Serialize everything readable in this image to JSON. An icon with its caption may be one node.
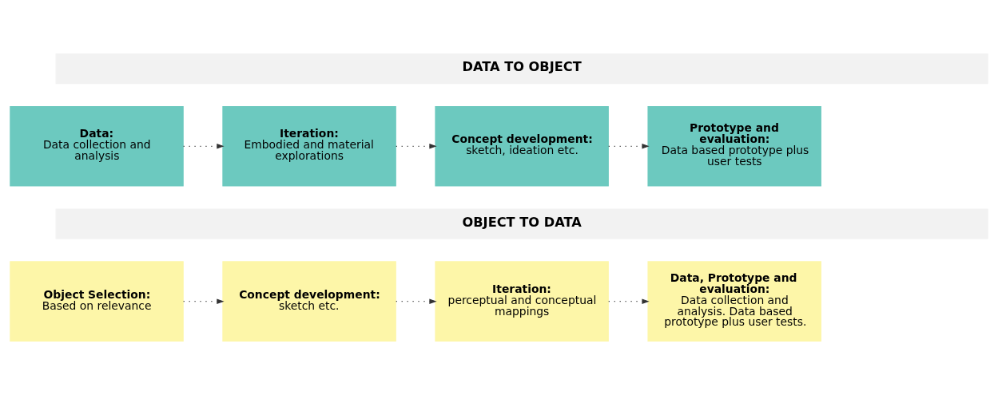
{
  "diagram": {
    "nodes": [
      {
        "text": [
          "DATA TO OBJECT"
        ]
      },
      {
        "text": [
          "Data:",
          "Data collection and analysis"
        ]
      },
      {
        "text": [
          "Iteration:",
          "Embodied and material explorations"
        ]
      },
      {
        "text": [
          "Concept development:",
          "sketch, ideation etc."
        ]
      },
      {
        "text": [
          "Prototype and evaluation:",
          "Data based prototype plus user tests"
        ]
      },
      {
        "text": [
          "OBJECT TO DATA"
        ]
      },
      {
        "text": [
          "Object Selection:",
          "Based on relevance"
        ]
      },
      {
        "text": [
          "Concept development:",
          "sketch etc."
        ]
      },
      {
        "text": [
          "Iteration:",
          "perceptual and conceptual mappings"
        ]
      },
      {
        "text": [
          "Data, Prototype and evaluation:",
          "Data collection and analysis. Data based prototype plus user tests."
        ]
      }
    ],
    "edges": [
      {
        "from": 1,
        "to": 2,
        "arrow": "to"
      },
      {
        "from": 2,
        "to": 3,
        "arrow": "to"
      },
      {
        "from": 3,
        "to": 4,
        "arrow": "to"
      },
      {
        "from": 6,
        "to": 7,
        "arrow": "to"
      },
      {
        "from": 7,
        "to": 8,
        "arrow": "to"
      },
      {
        "from": 8,
        "to": 9,
        "arrow": "to"
      }
    ]
  }
}
